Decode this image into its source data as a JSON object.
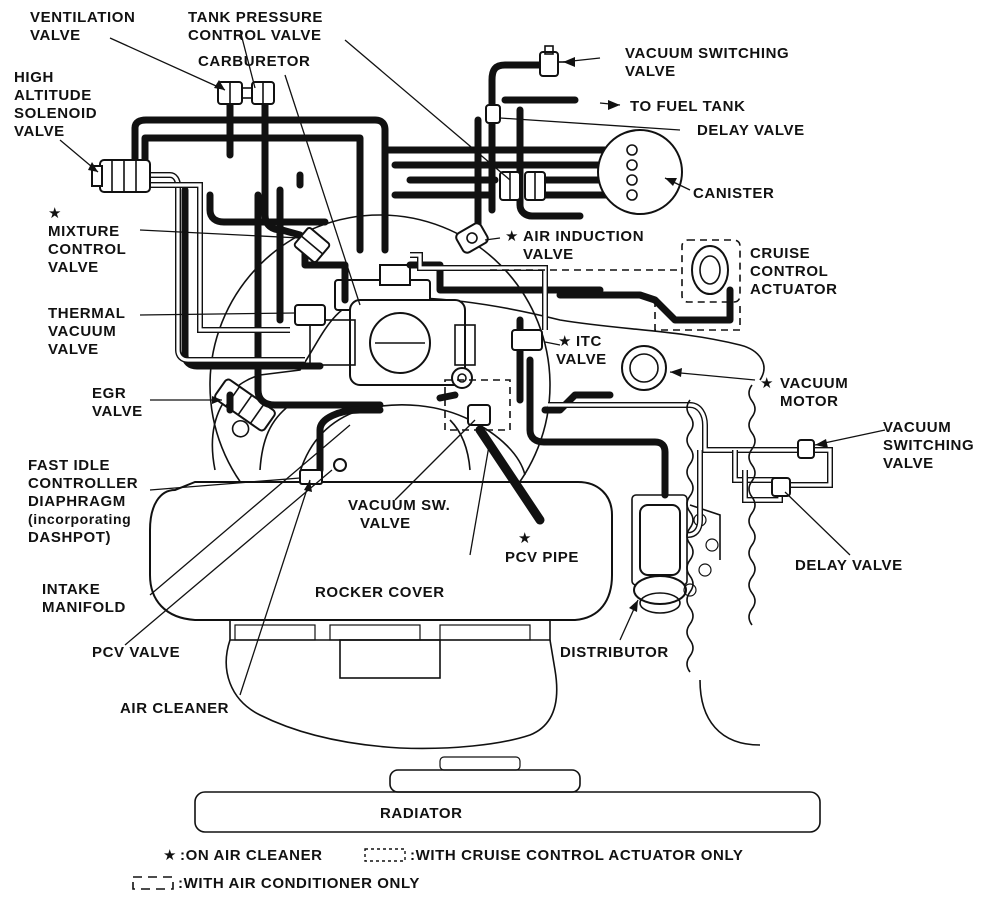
{
  "labels": {
    "ventilation_valve": [
      "VENTILATION",
      "VALVE"
    ],
    "tank_pressure_control_valve": [
      "TANK PRESSURE",
      "CONTROL VALVE"
    ],
    "carburetor": "CARBURETOR",
    "high_altitude_solenoid_valve": [
      "HIGH",
      "ALTITUDE",
      "SOLENOID",
      "VALVE"
    ],
    "mixture_control_valve": [
      "MIXTURE",
      "CONTROL",
      "VALVE"
    ],
    "thermal_vacuum_valve": [
      "THERMAL",
      "VACUUM",
      "VALVE"
    ],
    "egr_valve": [
      "EGR",
      "VALVE"
    ],
    "fast_idle_controller_diaphragm": [
      "FAST IDLE",
      "CONTROLLER",
      "DIAPHRAGM",
      "(incorporating",
      "DASHPOT)"
    ],
    "intake_manifold": [
      "INTAKE",
      "MANIFOLD"
    ],
    "pcv_valve": "PCV VALVE",
    "air_cleaner": "AIR CLEANER",
    "vacuum_switching_valve_top": [
      "VACUUM SWITCHING",
      "VALVE"
    ],
    "to_fuel_tank": "TO FUEL TANK",
    "delay_valve_top": "DELAY VALVE",
    "canister": "CANISTER",
    "air_induction_valve": [
      "AIR INDUCTION",
      "VALVE"
    ],
    "cruise_control_actuator": [
      "CRUISE",
      "CONTROL",
      "ACTUATOR"
    ],
    "itc_valve": [
      "ITC",
      "VALVE"
    ],
    "vacuum_motor": [
      "VACUUM",
      "MOTOR"
    ],
    "vacuum_switching_valve_right": [
      "VACUUM",
      "SWITCHING",
      "VALVE"
    ],
    "vacuum_sw_valve": [
      "VACUUM SW.",
      "VALVE"
    ],
    "pcv_pipe": "PCV PIPE",
    "delay_valve_right": "DELAY VALVE",
    "rocker_cover": "ROCKER COVER",
    "distributor": "DISTRIBUTOR",
    "radiator": "RADIATOR"
  },
  "legend": {
    "star_text": ":ON AIR CLEANER",
    "dotted_text": ":WITH CRUISE CONTROL ACTUATOR ONLY",
    "dashed_text": ":WITH AIR CONDITIONER ONLY"
  },
  "colors": {
    "ink": "#111111",
    "paper": "#ffffff"
  }
}
